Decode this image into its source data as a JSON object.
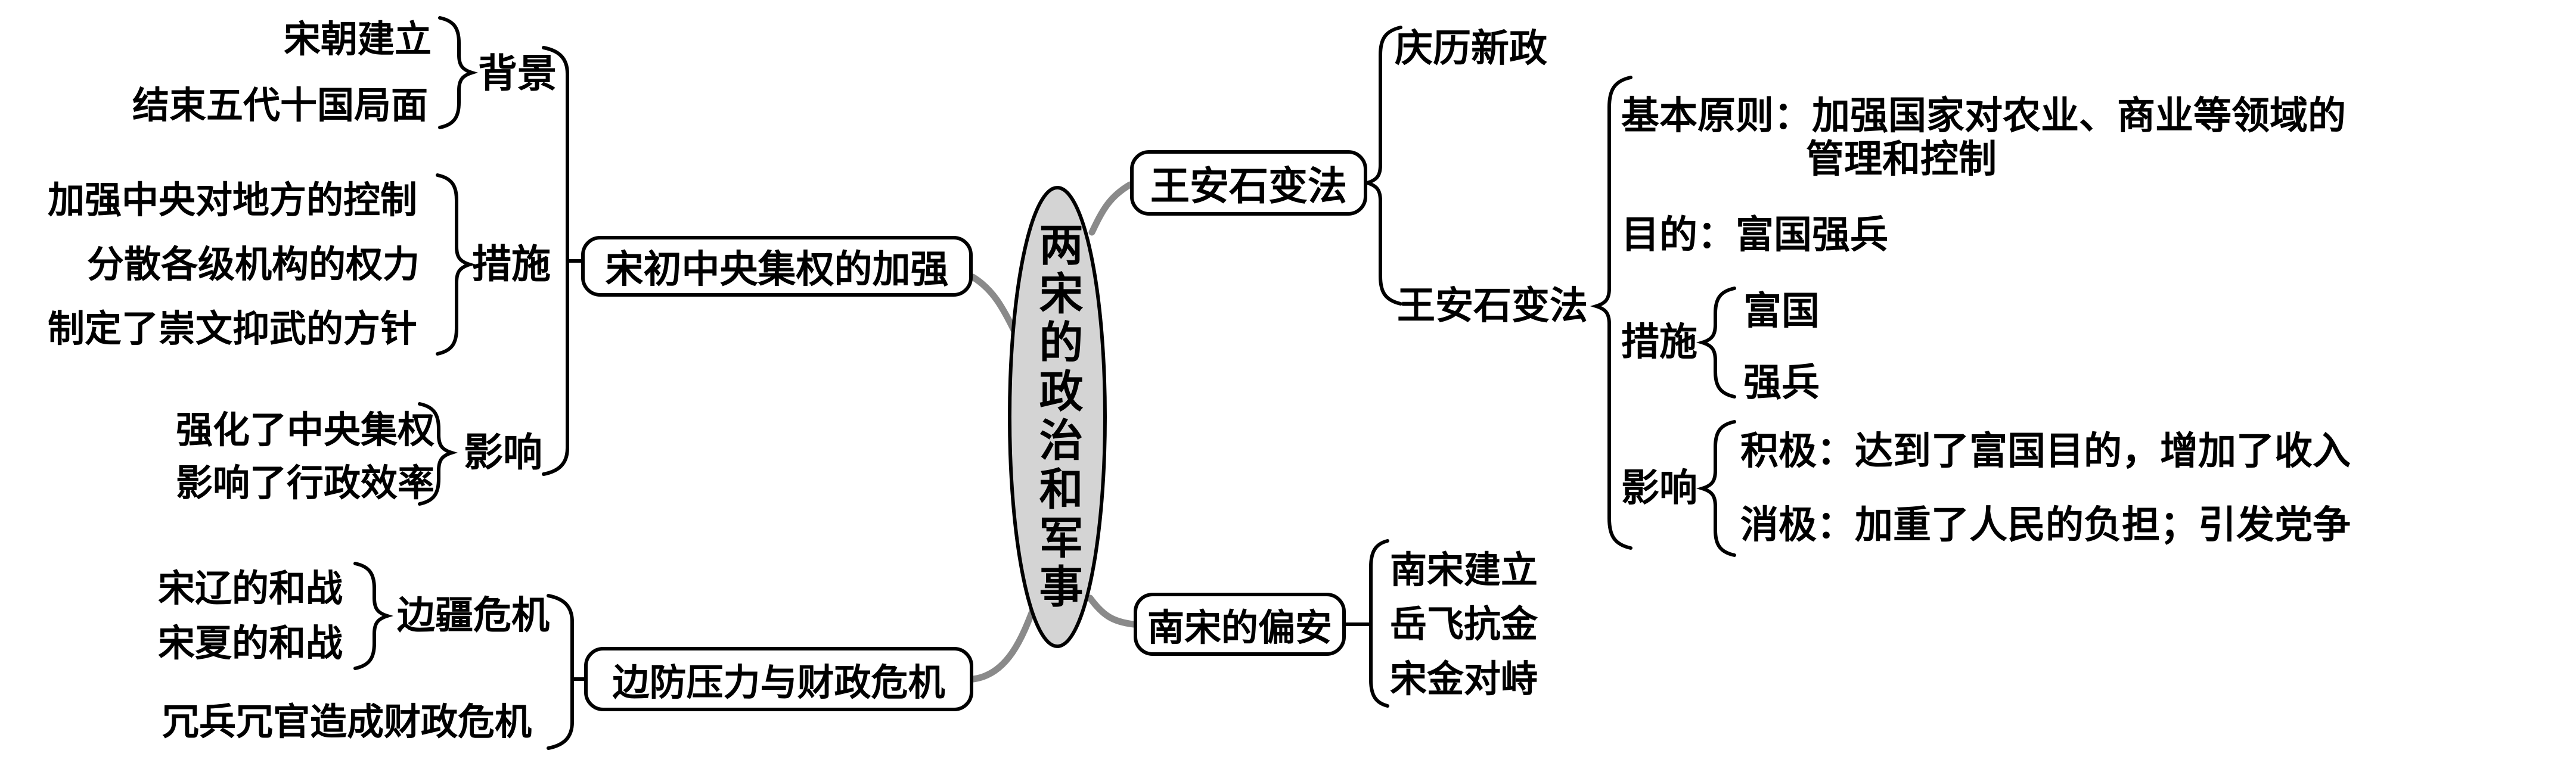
{
  "center_label": "两宋的政治和军事",
  "colors": {
    "ellipse_fill": "#d4d4d4",
    "outline": "#000000",
    "connector": "#8a8a8a"
  },
  "branch1": {
    "box": "宋初中央集权的加强",
    "groups": [
      {
        "label": "背景",
        "items": [
          "宋朝建立",
          "结束五代十国局面"
        ]
      },
      {
        "label": "措施",
        "items": [
          "加强中央对地方的控制",
          "分散各级机构的权力",
          "制定了崇文抑武的方针"
        ]
      },
      {
        "label": "影响",
        "items": [
          "强化了中央集权",
          "影响了行政效率"
        ]
      }
    ]
  },
  "branch2": {
    "box": "王安石变法",
    "qingli": "庆历新政",
    "wanganshi": "王安石变法",
    "principle_line1": "基本原则：加强国家对农业、商业等领域的",
    "principle_line2": "管理和控制",
    "purpose": "目的：富国强兵",
    "measures_label": "措施",
    "measures": [
      "富国",
      "强兵"
    ],
    "effects_label": "影响",
    "effects": [
      "积极：达到了富国目的，增加了收入",
      "消极：加重了人民的负担；引发党争"
    ]
  },
  "branch3": {
    "box": "边防压力与财政危机",
    "group_label": "边疆危机",
    "group_items": [
      "宋辽的和战",
      "宋夏的和战"
    ],
    "extra_item": "冗兵冗官造成财政危机"
  },
  "branch4": {
    "box": "南宋的偏安",
    "items": [
      "南宋建立",
      "岳飞抗金",
      "宋金对峙"
    ]
  }
}
